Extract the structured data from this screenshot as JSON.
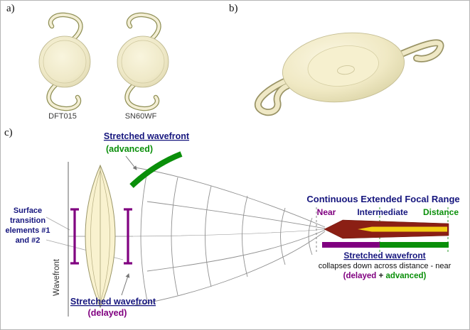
{
  "figure": {
    "panel_a": {
      "label": "a)",
      "lens_labels": [
        "DFT015",
        "SN60WF"
      ]
    },
    "panel_b": {
      "label": "b)"
    },
    "panel_c": {
      "label": "c)",
      "top_note": {
        "title": "Stretched wavefront",
        "qualifier": "(advanced)"
      },
      "bottom_note": {
        "title": "Stretched wavefront",
        "qualifier": "(delayed)"
      },
      "left_note": {
        "lines": [
          "Surface",
          "transition",
          "elements #1",
          "and #2"
        ]
      },
      "axis_label": "Wavefront",
      "focal_range": {
        "title": "Continuous Extended Focal Range",
        "zone_near": "Near",
        "zone_intermediate": "Intermediate",
        "zone_distance": "Distance",
        "caption_title": "Stretched wavefront",
        "caption_body": "collapses down across distance - near",
        "caption_delayed": "(delayed",
        "caption_plus": " + ",
        "caption_advanced": "advanced)"
      }
    }
  },
  "colors": {
    "navy": "#16167e",
    "green": "#0a8f0a",
    "purple": "#800080",
    "maroon": "#8b1f14",
    "yellow": "#f2cd13",
    "lens_cream": "#f9f2cf",
    "gray_line": "#909090"
  }
}
